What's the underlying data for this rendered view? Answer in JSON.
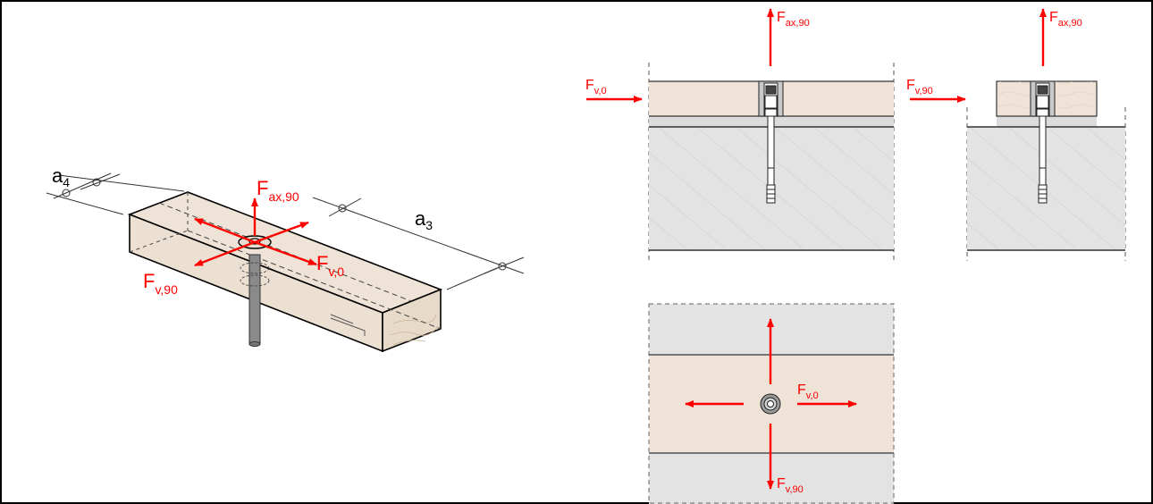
{
  "colors": {
    "force_arrow": "#ff0000",
    "timber": "#eee3d6",
    "concrete": "#e3e3e3",
    "outline": "#000000",
    "dim": "#333333"
  },
  "isometric": {
    "dim_a4": {
      "main": "a",
      "sub": "4"
    },
    "dim_a3": {
      "main": "a",
      "sub": "3"
    },
    "force_ax90": {
      "main": "F",
      "sub": "ax,90"
    },
    "force_v0": {
      "main": "F",
      "sub": "v,0"
    },
    "force_v90": {
      "main": "F",
      "sub": "v,90"
    }
  },
  "section_long": {
    "force_ax90": {
      "main": "F",
      "sub": "ax,90"
    },
    "force_v0": {
      "main": "F",
      "sub": "v,0"
    }
  },
  "section_cross": {
    "force_ax90": {
      "main": "F",
      "sub": "ax,90"
    },
    "force_v90": {
      "main": "F",
      "sub": "v,90"
    }
  },
  "plan_view": {
    "force_v0": {
      "main": "F",
      "sub": "v,0"
    },
    "force_v90": {
      "main": "F",
      "sub": "v,90"
    }
  }
}
